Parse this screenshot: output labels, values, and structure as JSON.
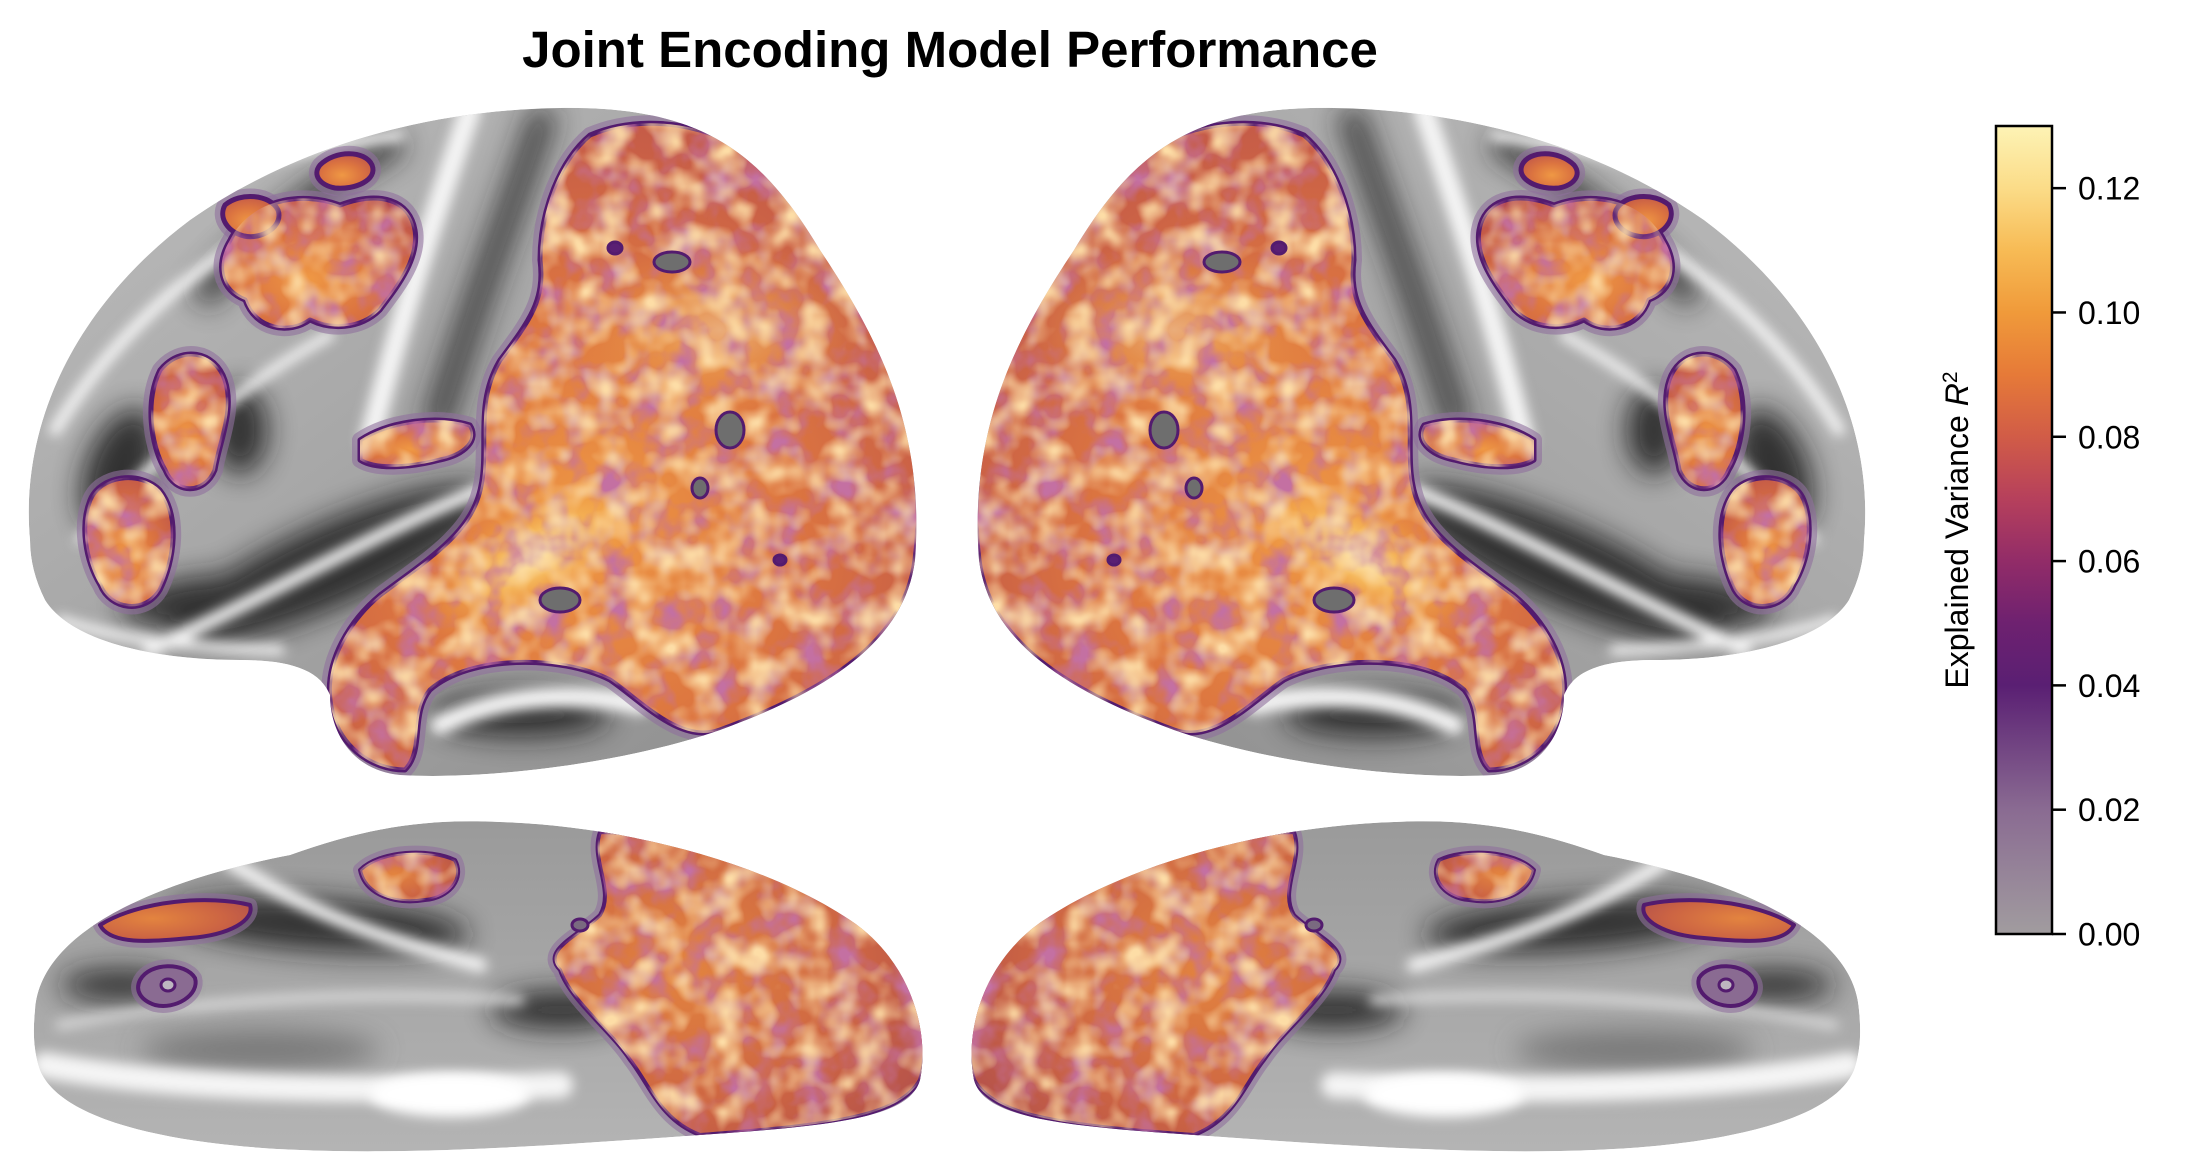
{
  "chart_data": {
    "type": "heatmap",
    "title": "Joint Encoding Model Performance",
    "colorbar": {
      "label": "Explained Variance",
      "label_symbol": "R",
      "label_exponent": "2",
      "range": [
        0,
        0.13
      ],
      "ticks": [
        0.0,
        0.02,
        0.04,
        0.06,
        0.08,
        0.1,
        0.12
      ],
      "tick_labels": [
        "0.00",
        "0.02",
        "0.04",
        "0.06",
        "0.08",
        "0.10",
        "0.12"
      ],
      "colormap_stops": [
        {
          "value": 0.0,
          "color": "#a19c9f"
        },
        {
          "value": 0.02,
          "color": "#8a6b92"
        },
        {
          "value": 0.04,
          "color": "#5a1f73"
        },
        {
          "value": 0.05,
          "color": "#6e2170"
        },
        {
          "value": 0.06,
          "color": "#922c68"
        },
        {
          "value": 0.07,
          "color": "#b6405c"
        },
        {
          "value": 0.08,
          "color": "#d15c47"
        },
        {
          "value": 0.09,
          "color": "#e67a38"
        },
        {
          "value": 0.1,
          "color": "#f09a3a"
        },
        {
          "value": 0.11,
          "color": "#f7bb55"
        },
        {
          "value": 0.12,
          "color": "#fbdc88"
        },
        {
          "value": 0.13,
          "color": "#fdf3b5"
        }
      ]
    }
  }
}
